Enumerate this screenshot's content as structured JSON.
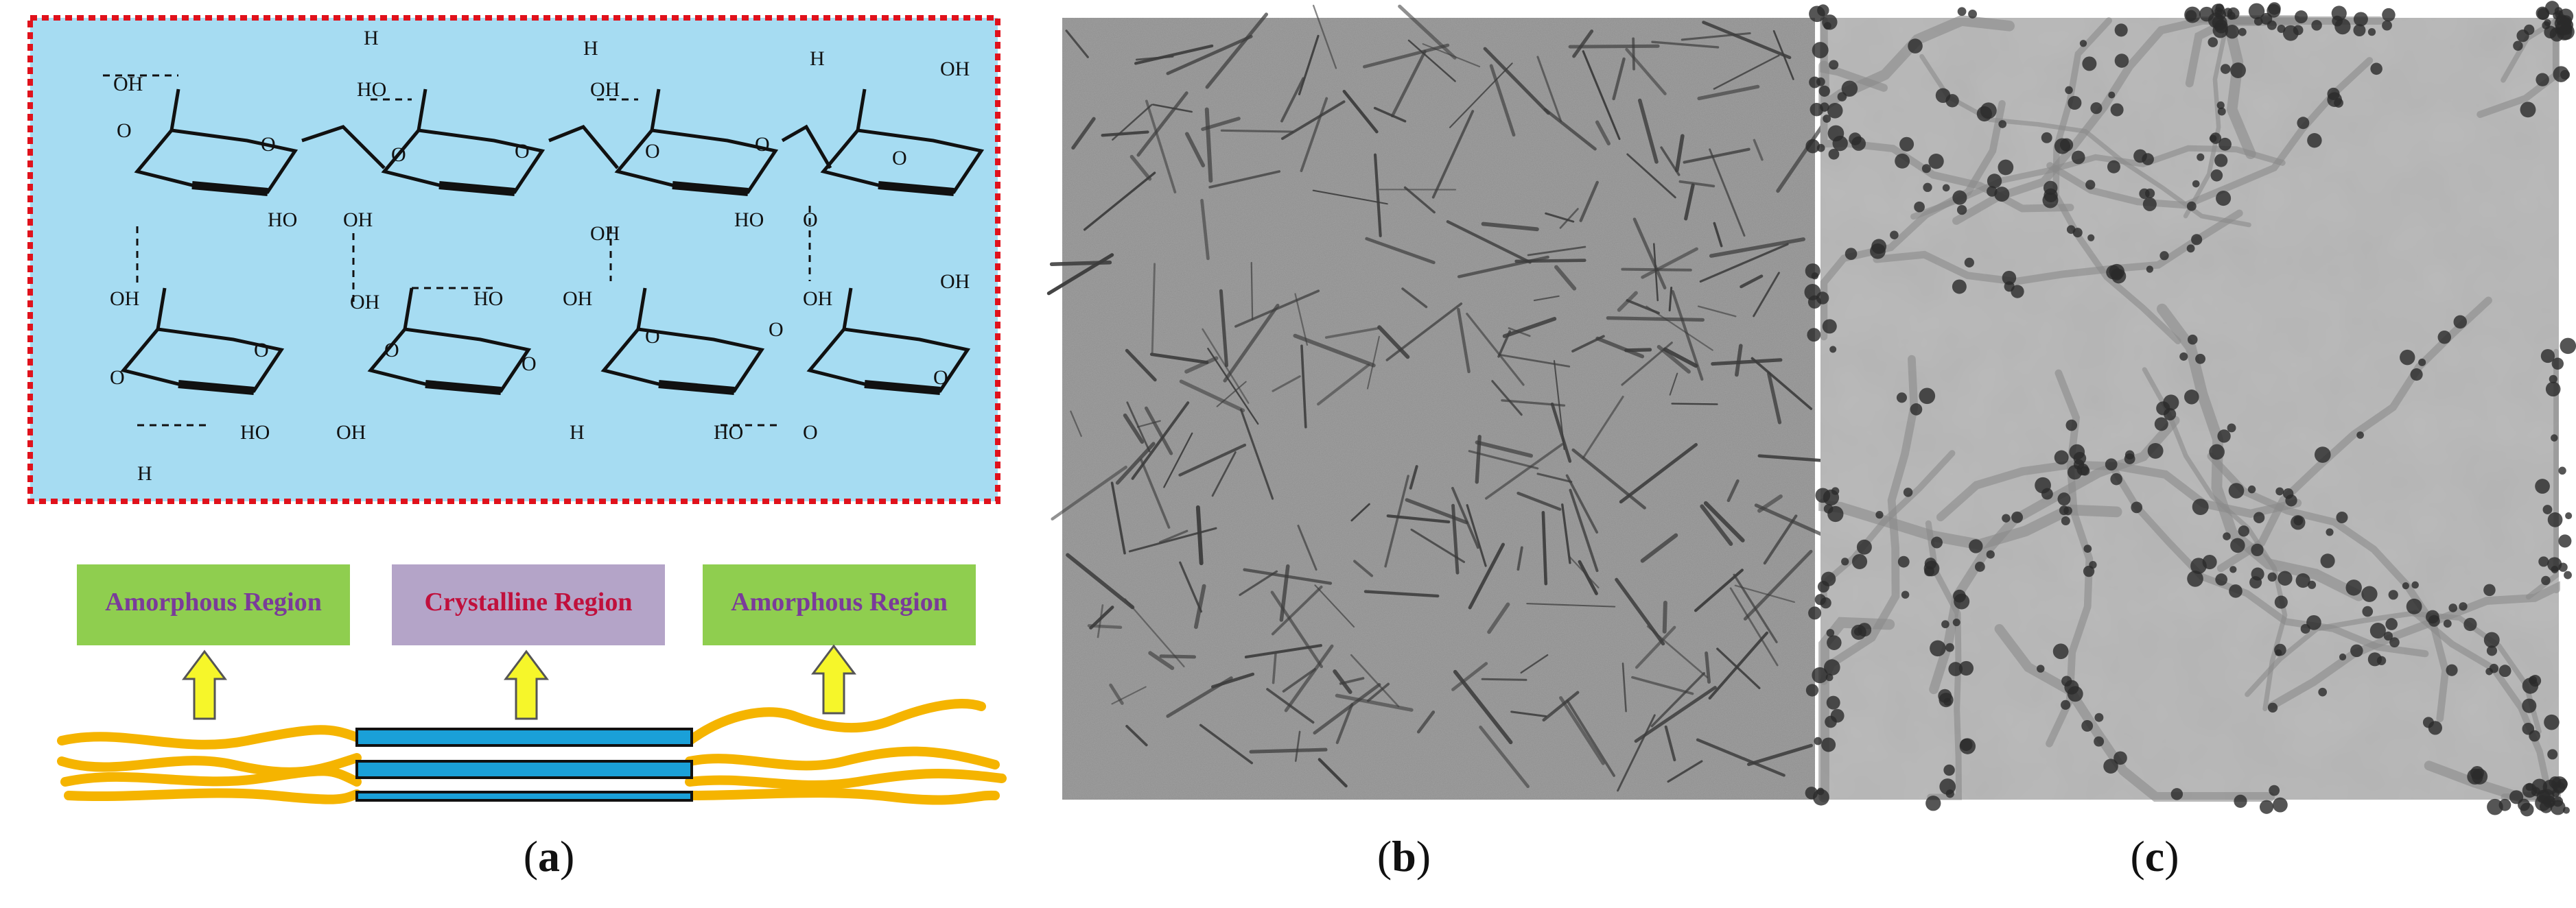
{
  "figure": {
    "panels": [
      {
        "id": "a",
        "caption_open": "(",
        "caption_letter": "a",
        "caption_close": ")"
      },
      {
        "id": "b",
        "caption_open": "(",
        "caption_letter": "b",
        "caption_close": ")"
      },
      {
        "id": "c",
        "caption_open": "(",
        "caption_letter": "c",
        "caption_close": ")"
      }
    ],
    "regions": [
      {
        "label": "Amorphous Region",
        "fill": "#8fce4f",
        "text_color": "#7a3b9a"
      },
      {
        "label": "Crystalline Region",
        "fill": "#b4a4c8",
        "text_color": "#c0103c"
      },
      {
        "label": "Amorphous Region",
        "fill": "#8fce4f",
        "text_color": "#7a3b9a"
      }
    ],
    "chem_labels": {
      "oh": "OH",
      "ho": "HO",
      "h": "H",
      "o": "O"
    },
    "colors": {
      "structure_bg": "#a6dcf2",
      "structure_border": "#e0121c",
      "fiber": "#f5b400",
      "crystal": "#1aa0d8",
      "arrow_fill": "#f6f62a",
      "arrow_stroke": "#555555"
    },
    "micrographs": [
      {
        "name": "tem-cellulose-nanocrystals",
        "tone": "#8c8c8c"
      },
      {
        "name": "tem-nanofibrils-with-particles",
        "tone": "#b4b4b4"
      }
    ]
  }
}
